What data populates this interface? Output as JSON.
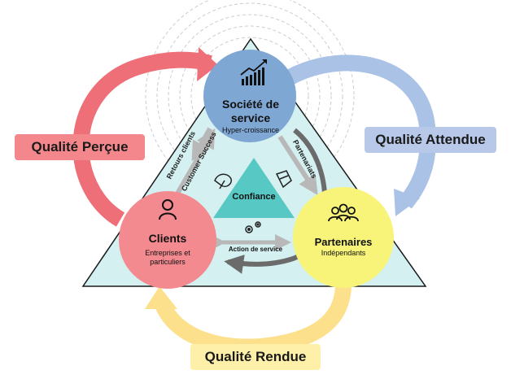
{
  "nodes": {
    "societe": {
      "title": "Société de service",
      "subtitle": "Hyper-croissance"
    },
    "clients": {
      "title": "Clients",
      "subtitle": "Entreprises et particuliers"
    },
    "partenaires": {
      "title": "Partenaires",
      "subtitle": "Indépendants"
    },
    "confiance": "Confiance"
  },
  "edges": {
    "retours_clients": "Retours clients",
    "customer_success": "Customer Success",
    "partenariats": "Partenariats",
    "action_de_service": "Action de service"
  },
  "qualities": {
    "percue": "Qualité Perçue",
    "attendue": "Qualité Attendue",
    "rendue": "Qualité Rendue"
  },
  "colors": {
    "triangle_fill": "#d4f0f1",
    "center_triangle": "#57c8c4",
    "societe": "#7ea7d4",
    "clients": "#f28a8f",
    "partenaires": "#f7f479",
    "arrow_red": "#ef6f78",
    "arrow_blue": "#aac2e6",
    "arrow_yellow": "#fde08c",
    "box_red": "#f4878c",
    "box_blue": "#b7c8e8",
    "box_yellow": "#fef0a8"
  }
}
